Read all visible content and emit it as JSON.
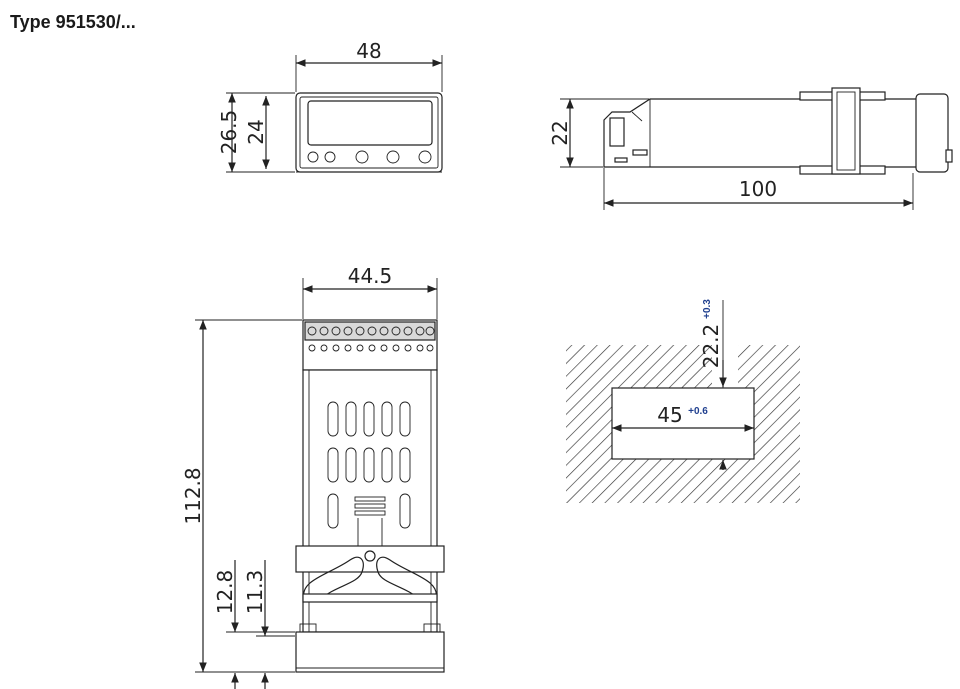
{
  "title": "Type 951530/...",
  "front_view": {
    "width_label": "48",
    "outer_height_label": "26.5",
    "inner_height_label": "24"
  },
  "side_view": {
    "height_label": "22",
    "length_label": "100"
  },
  "top_view": {
    "width_label": "44.5",
    "length_label": "112.8",
    "dim_a_label": "12.8",
    "dim_b_label": "11.3"
  },
  "panel_cutout": {
    "height_label": "22.2",
    "height_tolerance": "+0.3",
    "width_label": "45",
    "width_tolerance": "+0.6"
  },
  "colors": {
    "line": "#222222",
    "tolerance": "#1f3f8f",
    "body_fill": "#d9d9d9"
  }
}
